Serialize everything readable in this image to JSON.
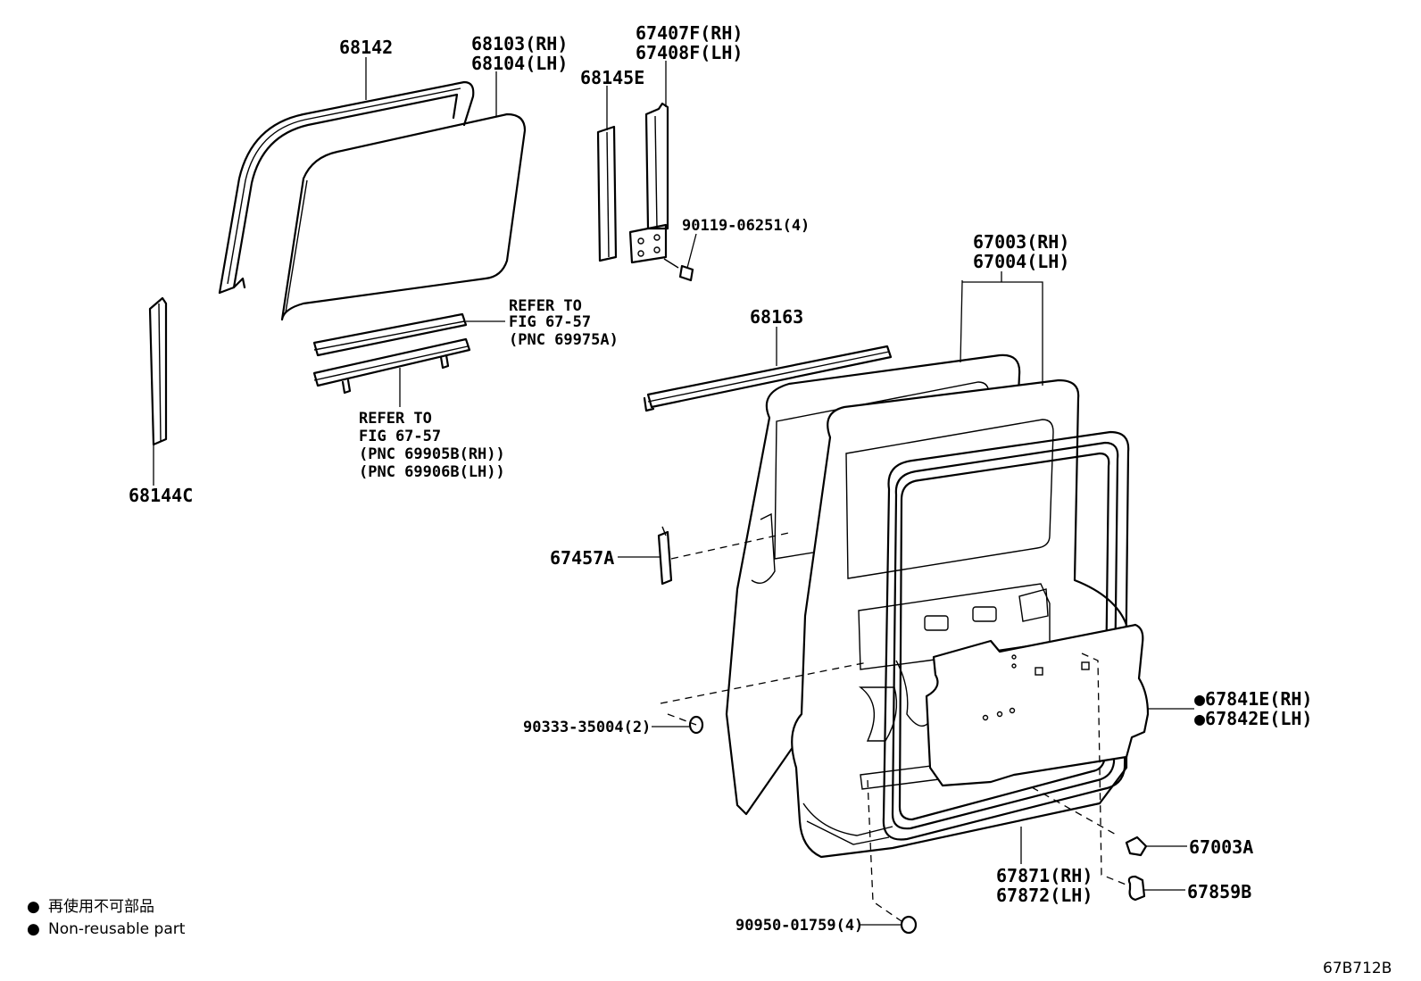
{
  "labels": {
    "p68142": "68142",
    "p68103": "68103(RH)",
    "p68104": "68104(LH)",
    "p68145e": "68145E",
    "p67407f": "67407F(RH)",
    "p67408f": "67408F(LH)",
    "p90119": "90119-06251(4)",
    "p68144c": "68144C",
    "p67003": "67003(RH)",
    "p67004": "67004(LH)",
    "p68163": "68163",
    "p67457a": "67457A",
    "p90333": "90333-35004(2)",
    "p67841e": "67841E(RH)",
    "p67842e": "67842E(LH)",
    "p67003a": "67003A",
    "p67871": "67871(RH)",
    "p67872": "67872(LH)",
    "p67859b": "67859B",
    "p90950": "90950-01759(4)"
  },
  "refer1": {
    "line1": "REFER TO",
    "line2": "FIG 67-57",
    "line3": "(PNC 69975A)"
  },
  "refer2": {
    "line1": "REFER TO",
    "line2": "FIG 67-57",
    "line3": "(PNC 69905B(RH))",
    "line4": "(PNC 69906B(LH))"
  },
  "legend": {
    "bullet": "●",
    "jp": "再使用不可部品",
    "en": "Non-reusable part"
  },
  "figure_code": "67B712B"
}
